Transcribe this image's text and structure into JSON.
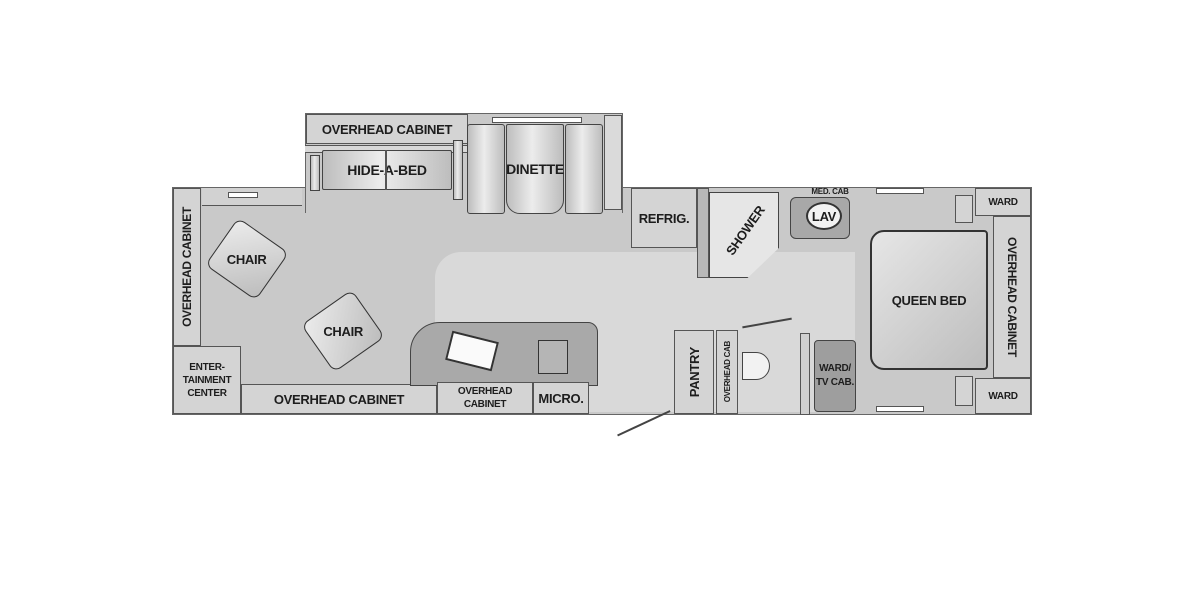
{
  "floorplan": {
    "labels": {
      "overhead_cabinet_top": "OVERHEAD CABINET",
      "hide_a_bed": "HIDE-A-BED",
      "dinette": "DINETTE",
      "overhead_cabinet_left": "OVERHEAD CABINET",
      "chair_1": "CHAIR",
      "chair_2": "CHAIR",
      "entertainment_center": "ENTER-\nTAINMENT\nCENTER",
      "overhead_cabinet_bottom": "OVERHEAD CABINET",
      "overhead_cabinet_kitchen": "OVERHEAD\nCABINET",
      "micro": "MICRO.",
      "refrig": "REFRIG.",
      "shower": "SHOWER",
      "med_cab": "MED. CAB",
      "lav": "LAV",
      "pantry": "PANTRY",
      "overhead_cab_bath": "OVERHEAD CAB",
      "ward_tv_cab": "WARD/\nTV CAB.",
      "queen_bed": "QUEEN BED",
      "overhead_cabinet_right": "OVERHEAD CABINET",
      "ward_top": "WARD",
      "ward_bottom": "WARD"
    },
    "colors": {
      "floor": "#c9c9c9",
      "floor_aisle": "#d9d9d9",
      "wall": "#6a6a6a",
      "cabinet": "#d4d4d4",
      "text": "#1d1d1d"
    }
  }
}
